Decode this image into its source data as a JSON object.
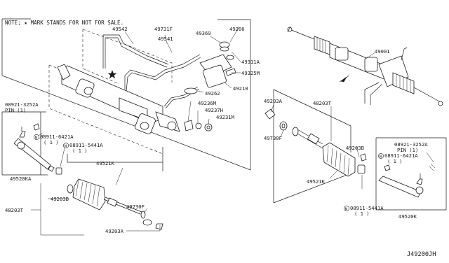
{
  "note": "NOTE; ★ MARK STANDS FOR NOT FOR SALE.",
  "diagram_code": "J49200JH",
  "labels": {
    "p49542": "49542",
    "p49731f": "49731F",
    "p49541": "49541",
    "p49369": "49369",
    "p49200": "49200",
    "p49311a": "49311A",
    "p49325m": "49325M",
    "p49210": "49210",
    "p49262": "49262",
    "p49236m": "49236M",
    "p49237h": "49237H",
    "p49231m": "49231M",
    "p49001": "49001",
    "p08921_left_1": "08921-3252A",
    "p08921_left_2": "PIN (1)",
    "p08911_6421_left_1": "08911-6421A",
    "p08911_6421_left_2": "( 1 )",
    "p08911_5441_left_1": "08911-5441A",
    "p08911_5441_left_2": "( 1 )",
    "p49520ka": "49520KA",
    "p49521k_left": "49521K",
    "p49203b_left": "49203B",
    "p48203t_left": "48203T",
    "p49730f_left": "49730F",
    "p49203a_left": "49203A",
    "p49203a_right": "49203A",
    "p48203t_right": "48203T",
    "p49730f_right": "49730F",
    "p49203b_right": "49203B",
    "p49521k_right": "49521K",
    "p08911_5441_right_1": "08911-5441A",
    "p08911_5441_right_2": "( 1 )",
    "p08921_right_1": "08921-3252A",
    "p08921_right_2": "PIN (1)",
    "p08911_6421_right_1": "08911-6421A",
    "p08911_6421_right_2": "( 1 )",
    "p49520k": "49520K"
  },
  "icons": {
    "star": "star-icon",
    "circled_n": "nut-symbol-icon"
  }
}
